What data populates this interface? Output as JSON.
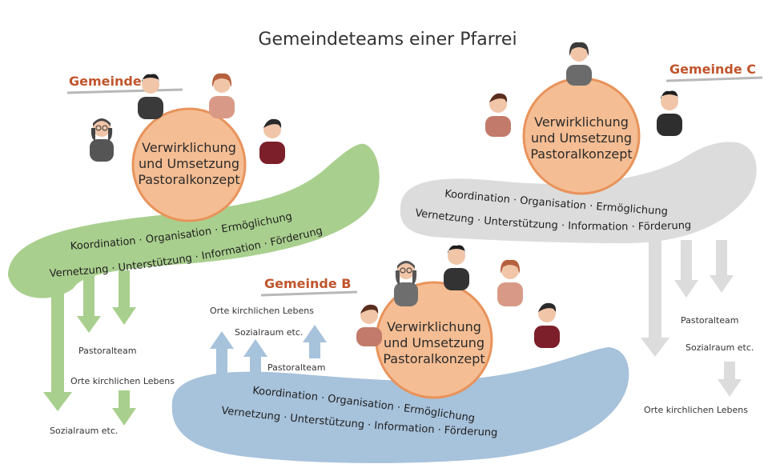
{
  "title": "Gemeindeteams einer Pfarrei",
  "colors": {
    "green": "#a9cf8e",
    "grey": "#dcdcdc",
    "blue": "#a7c2db",
    "circle_fill": "#f5bd93",
    "circle_stroke": "#e8935b",
    "accent": "#c0552c"
  },
  "gemeinde_a": {
    "name": "Gemeinde A",
    "circle_lines": [
      "Verwirklichung",
      "und Umsetzung",
      "Pastoralkonzept"
    ],
    "band_line1": "Koordination · Organisation · Ermöglichung",
    "band_line2": "Vernetzung · Unterstützung · Information · Förderung",
    "outputs": [
      "Pastoralteam",
      "Orte kirchlichen Lebens",
      "Sozialraum etc."
    ]
  },
  "gemeinde_b": {
    "name": "Gemeinde B",
    "circle_lines": [
      "Verwirklichung",
      "und Umsetzung",
      "Pastoralkonzept"
    ],
    "band_line1": "Koordination · Organisation · Ermöglichung",
    "band_line2": "Vernetzung · Unterstützung · Information · Förderung",
    "outputs": [
      "Orte kirchlichen Lebens",
      "Sozialraum etc.",
      "Pastoralteam"
    ]
  },
  "gemeinde_c": {
    "name": "Gemeinde C",
    "circle_lines": [
      "Verwirklichung",
      "und Umsetzung",
      "Pastoralkonzept"
    ],
    "band_line1": "Koordination · Organisation · Ermöglichung",
    "band_line2": "Vernetzung · Unterstützung · Information · Förderung",
    "outputs": [
      "Pastoralteam",
      "Sozialraum etc.",
      "Orte kirchlichen Lebens"
    ]
  }
}
